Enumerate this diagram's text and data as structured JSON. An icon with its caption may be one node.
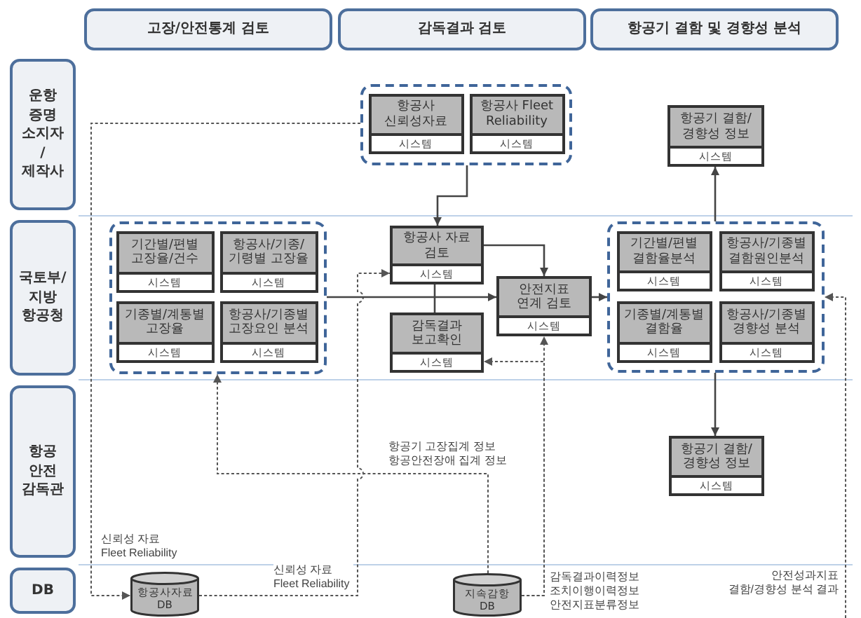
{
  "diagram": {
    "nodes": [
      {
        "text": [
          "고장/안전통계 검토"
        ]
      },
      {
        "text": [
          "감독결과 검토"
        ]
      },
      {
        "text": [
          "항공기 결함 및 경향성 분석"
        ]
      },
      {
        "text": [
          "운항 증명 소지자 / 제작사"
        ]
      },
      {
        "text": [],
        "shape": "box"
      },
      {
        "text": [
          "항공사 신뢰성자료",
          "시스템"
        ],
        "in": 4
      },
      {
        "text": [
          "항공사 Fleet Reliability",
          "시스템"
        ],
        "in": 4
      },
      {
        "text": [
          "항공기 결함/ 경향성 정보",
          "시스템"
        ]
      },
      {
        "text": [
          "국토부/ 지방 항공청"
        ]
      },
      {
        "text": [],
        "shape": "box"
      },
      {
        "text": [
          "기간별/편별 고장율/건수",
          "시스템"
        ],
        "in": 9
      },
      {
        "text": [
          "항공사/기종/ 기령별 고장율",
          "시스템"
        ],
        "in": 9
      },
      {
        "text": [
          "기종별/계통별 고장율",
          "시스템"
        ],
        "in": 9
      },
      {
        "text": [
          "항공사/기종별 고장요인 분석",
          "시스템"
        ],
        "in": 9
      },
      {
        "text": [
          "항공사 자료 검토",
          "시스템"
        ]
      },
      {
        "text": [
          "안전지표 연계 검토",
          "시스템"
        ]
      },
      {
        "text": [
          "감독결과 보고확인",
          "시스템"
        ]
      },
      {
        "text": [],
        "shape": "box"
      },
      {
        "text": [
          "기간별/편별 결함율분석",
          "시스템"
        ],
        "in": 17
      },
      {
        "text": [
          "항공사/기종별 결함원인분석",
          "시스템"
        ],
        "in": 17
      },
      {
        "text": [
          "기종별/계통별 결함율",
          "시스템"
        ],
        "in": 17
      },
      {
        "text": [
          "항공사/기종별 경향성 분석",
          "시스템"
        ],
        "in": 17
      },
      {
        "text": [
          "항공 안전 감독관"
        ]
      },
      {
        "text": [
          "항공기 결함/ 경향성 정보",
          "시스템"
        ]
      },
      {
        "text": [
          "DB"
        ]
      },
      {
        "text": [
          "항공사자료 DB"
        ]
      },
      {
        "text": [
          "지속감항 DB"
        ]
      }
    ],
    "edges": [
      {
        "from": 4,
        "to": 14,
        "arrow": "to"
      },
      {
        "from": 4,
        "to": 25,
        "arrow": "to",
        "style": "dashed",
        "label": "신뢰성 자료 Fleet Reliability"
      },
      {
        "from": 25,
        "to": 14,
        "arrow": "to",
        "style": "dashed",
        "label": "신뢰성 자료 Fleet Reliability"
      },
      {
        "from": 9,
        "to": 15,
        "arrow": "to"
      },
      {
        "from": 14,
        "to": 15,
        "arrow": "to"
      },
      {
        "from": 14,
        "to": 16,
        "arrow": "none"
      },
      {
        "from": 17,
        "to": 7,
        "arrow": "to"
      },
      {
        "from": 17,
        "to": 23,
        "arrow": "to"
      },
      {
        "from": 15,
        "to": 17,
        "arrow": "to"
      },
      {
        "from": 26,
        "to": 15,
        "arrow": "to",
        "style": "dashed",
        "label": "감독결과이력정보 조치이행이력정보 안전지표분류정보"
      },
      {
        "from": 26,
        "to": 16,
        "arrow": "to",
        "style": "dashed"
      },
      {
        "from": 26,
        "to": 9,
        "arrow": "to",
        "style": "dashed",
        "label": "항공기 고장집계 정보 항공안전장애 집계 정보"
      },
      {
        "from": null,
        "to": 17,
        "arrow": "to",
        "style": "dashed",
        "label": "안전성과지표 결함/경향성 분석 결과"
      }
    ]
  }
}
